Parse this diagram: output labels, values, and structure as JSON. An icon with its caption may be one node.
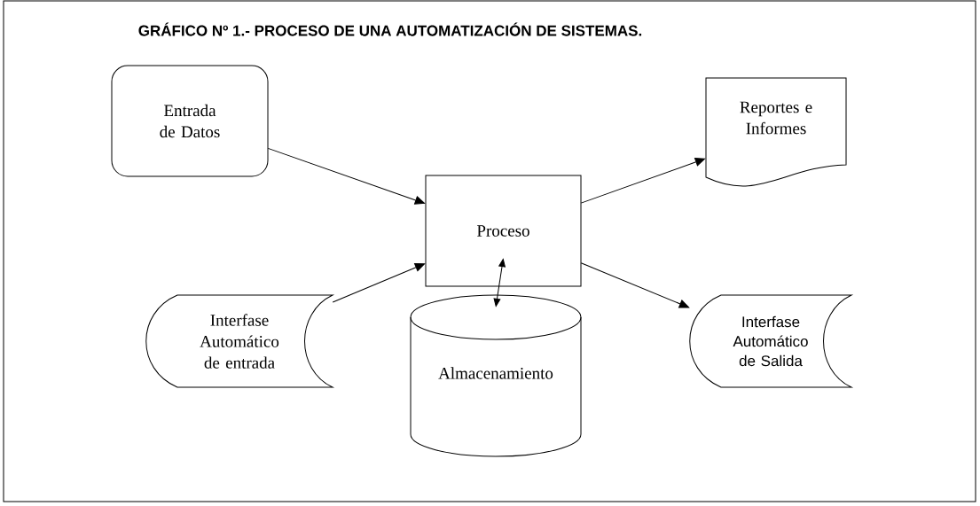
{
  "diagram": {
    "title": "GRÁFICO Nº 1.- PROCESO DE UNA AUTOMATIZACIÓN DE SISTEMAS.",
    "nodes": [
      {
        "text": [
          "Entrada de Datos"
        ]
      },
      {
        "text": [
          "Proceso"
        ]
      },
      {
        "text": [
          "Reportes e Informes"
        ]
      },
      {
        "text": [
          "Interfase Automático de entrada"
        ]
      },
      {
        "text": [
          "Almacenamiento"
        ]
      },
      {
        "text": [
          "Interfase Automático de Salida"
        ]
      }
    ],
    "edges": [
      {
        "from": 0,
        "to": 1,
        "arrow": "to"
      },
      {
        "from": 3,
        "to": 1,
        "arrow": "to"
      },
      {
        "from": 1,
        "to": 2,
        "arrow": "to"
      },
      {
        "from": 1,
        "to": 5,
        "arrow": "to"
      },
      {
        "from": 1,
        "to": 4,
        "arrow": "both"
      }
    ]
  }
}
